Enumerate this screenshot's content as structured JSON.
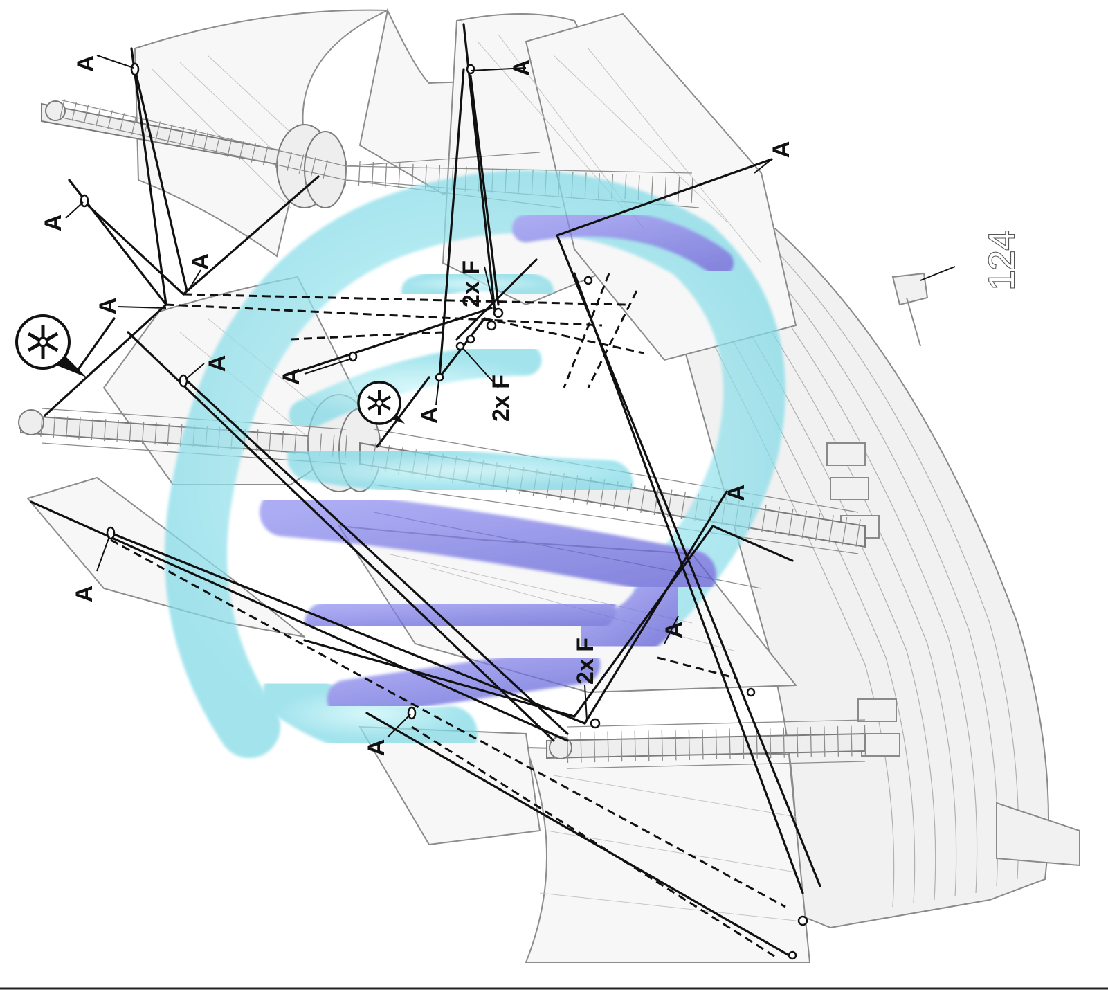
{
  "step_number": "124",
  "labels": {
    "rigging": "A",
    "pair": "2x F"
  },
  "symbols": {
    "asterisk": "asterisk-icon"
  },
  "colors": {
    "swirl_cyan": "#8fe3ec",
    "swirl_blue": "#6f6fe0",
    "line": "#111111",
    "drawing_gray": "#8a8a8a"
  }
}
